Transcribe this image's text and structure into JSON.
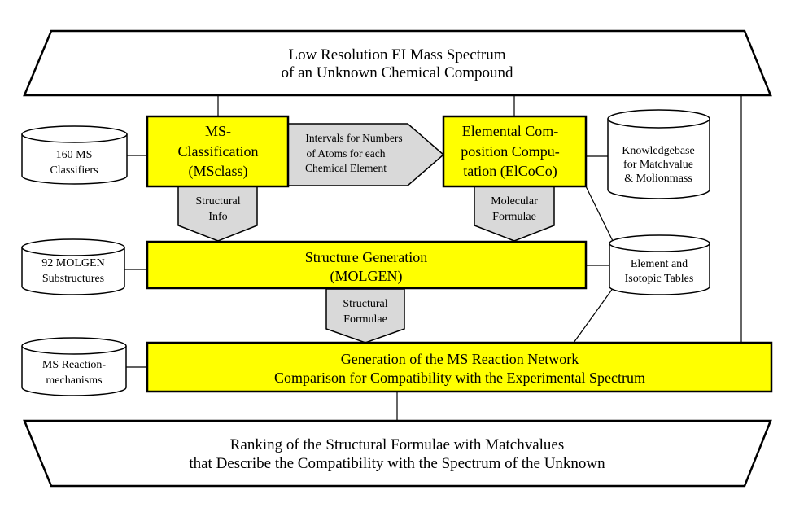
{
  "colors": {
    "yellow_box": "#ffff00",
    "gray_arrow": "#d9d9d9",
    "cylinder_fill": "#ffffff",
    "stroke": "#000000"
  },
  "top_banner": {
    "line1": "Low Resolution EI Mass Spectrum",
    "line2": "of an Unknown Chemical Compound"
  },
  "bottom_banner": {
    "line1": "Ranking of the Structural Formulae with Matchvalues",
    "line2": "that Describe the Compatibility with the Spectrum of the Unknown"
  },
  "boxes": {
    "ms_classification": [
      "MS-",
      "Classification",
      "(MSclass)"
    ],
    "elemental_composition": [
      "Elemental Com-",
      "position Compu-",
      "tation (ElCoCo)"
    ],
    "structure_generation": [
      "Structure Generation",
      "(MOLGEN)"
    ],
    "reaction_network": [
      "Generation of the MS Reaction Network",
      "Comparison for Compatibility with the Experimental Spectrum"
    ]
  },
  "arrows": {
    "intervals": [
      "Intervals for Numbers",
      "of  Atoms for each",
      "Chemical Element"
    ],
    "structural_info": [
      "Structural",
      "Info"
    ],
    "molecular_formulae": [
      "Molecular",
      "Formulae"
    ],
    "structural_formulae": [
      "Structural",
      "Formulae"
    ]
  },
  "databases": {
    "ms_classifiers": [
      "160 MS",
      "Classifiers"
    ],
    "molgen_substructures": [
      "92 MOLGEN",
      "Substructures"
    ],
    "ms_reactionmechanisms": [
      "MS Reaction-",
      "mechanisms"
    ],
    "knowledgebase": [
      "Knowledgebase",
      "for Matchvalue",
      "& Molionmass"
    ],
    "element_tables": [
      "Element and",
      "Isotopic Tables"
    ]
  }
}
